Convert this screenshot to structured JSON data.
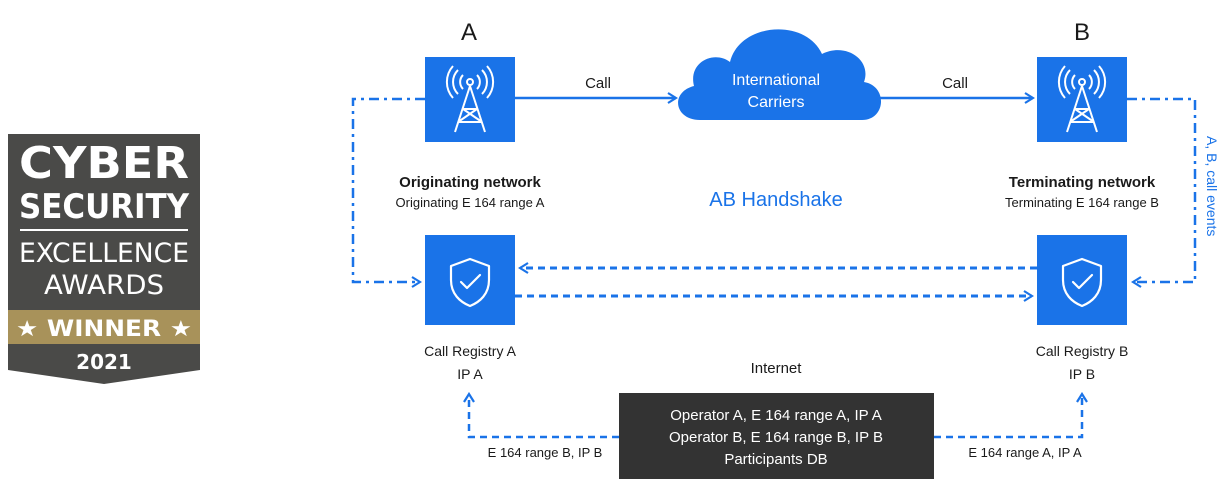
{
  "badge": {
    "line1": "CYBER",
    "line2": "SECURITY",
    "line3": "EXCELLENCE",
    "line4": "AWARDS",
    "winner": "★ WINNER ★",
    "year": "2021",
    "colors": {
      "dark": "#4a4a48",
      "gold": "#a8925a",
      "text": "#ffffff"
    }
  },
  "diagram": {
    "colors": {
      "blue": "#1a73e8",
      "dark_box": "#333333"
    },
    "node_a": {
      "letter": "A",
      "icon": "cell-tower-icon",
      "network_title": "Originating network",
      "network_sub": "Originating E 164 range A",
      "registry_icon": "shield-check-icon",
      "registry_title": "Call Registry A",
      "registry_ip": "IP A"
    },
    "node_b": {
      "letter": "B",
      "icon": "cell-tower-icon",
      "network_title": "Terminating network",
      "network_sub": "Terminating E 164 range B",
      "registry_icon": "shield-check-icon",
      "registry_title": "Call Registry B",
      "registry_ip": "IP B"
    },
    "cloud": {
      "line1": "International",
      "line2": "Carriers"
    },
    "call_left": "Call",
    "call_right": "Call",
    "handshake": "AB Handshake",
    "side_label": "A, B, call events",
    "internet": "Internet",
    "db": {
      "line1": "Operator A, E 164 range A, IP A",
      "line2": "Operator B, E 164 range B, IP B",
      "line3": "Participants DB"
    },
    "bottom_left": "E 164 range B, IP B",
    "bottom_right": "E 164 range A, IP A"
  }
}
